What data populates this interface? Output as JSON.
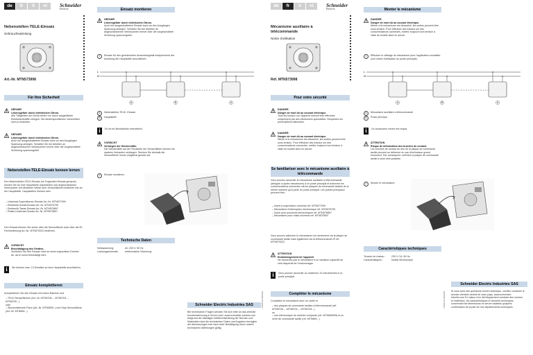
{
  "de": {
    "languages": [
      "de",
      "fr",
      "it",
      "nl"
    ],
    "active_lang": "de",
    "logo_name": "Schneider",
    "logo_sub": "Electric",
    "title": "Nebenstellen-TELE-Einsatz",
    "subtitle": "Gebrauchsanleitung",
    "ref": "Art.-Nr. MTN573998",
    "safety_title": "Für Ihre Sicherheit",
    "danger1_title": "GEFAHR",
    "danger1_head": "Lebensgefahr durch elektrischen Strom.",
    "danger1_text": "Alle Tätigkeiten am Gerät dürfen nur durch ausgebildete Elektrofachkräfte erfolgen. Die länderspezifischen Vorschriften sind zu beachten.",
    "danger2_title": "GEFAHR",
    "danger2_head": "Lebensgefahr durch elektrischen Strom.",
    "danger2_text": "Auch bei ausgeschaltetem Einsatz kann an den Ausgängen Spannung anliegen. Schalten Sie bei Arbeiten an angeschlossenen Verbrauchern immer über die vorgeschaltete Sicherung spannungsfrei.",
    "know_title": "Nebenstellen-TELE-Einsatz kennen lernen",
    "know_text": "Den Nebenstellen-TELE-Einsatz (im Folgenden Einsatz genannt) können Sie an eine Hauptstelle anschließen und angeschlossene Verbraucher auf derselben Weise über Sensorflächen bedienen wie an der Hauptstelle. Hauptstellen können sein:",
    "know_items": [
      "– Universal-Superdimmer-Einsatz Art.-Nr. MTN577099",
      "– Elektronik-Schalt-Einsatz Art.-Nr. MTN575799",
      "– Elektronik-Taster-Einsatz Art.-Nr. MTN576897",
      "– Relais-Universal-Einsatz Art.-Nr. MTN575897"
    ],
    "know_text2": "Den Einsatz können Sie außer über die Sensorfläche auch über die IR-Fernbedienung Art.-Nr. MTN570222 bedienen.",
    "caution_title": "VORSICHT",
    "caution_head": "Beschädigung des Gerätes.",
    "caution_text": "Schließen Sie den Einsatz nicht an einen kapazitiven Dimmer an, da er sonst beschädigt wird.",
    "info_max": "Sie können max. 10 Einsätze an eine Hauptstelle anschließen.",
    "complete_title": "Einsatz komplettieren",
    "complete_text": "Komplettieren Sie den Einsatz mit einem Rahmen und",
    "complete_items": [
      "– TELE-Sensorflächen (Art.-Nr. MTN5708..., MTN5703..., MTN5709...)",
      "oder",
      "– Steuerelektronik Flach (Art.-Nr. MTN5690..) und Glas-Sensorfläche (Art.-Nr. MTN669...)"
    ],
    "mount_title": "Einsatz montieren",
    "mount_danger_title": "GEFAHR",
    "mount_danger_head": "Lebensgefahr durch elektrischen Strom.",
    "mount_danger_text": "Auch bei ausgeschaltetem Einsatz kann an den Ausgängen Spannung anliegen. Schalten Sie bei Arbeiten an angeschlossenen Verbrauchern immer über die vorgeschaltete Sicherung spannungsfrei.",
    "step1": "Einsatz für den gewünschten Anwendungsfall entsprechend der Anleitung der Hauptstelle anschließen.",
    "legend_a": "Nebenstellen-TELE- Einsatz",
    "legend_b": "Hauptstelle",
    "info_neutral": "Es ist ein Neutralleiter erforderlich.",
    "attention_title": "VORSICHT",
    "attention_head": "Verbiegen der Steckerstifte.",
    "attention_text": "Die Steckerstifte auf der Rückseite der Sensorfläche können bei starkem Verkanten verbiegen. Stecken Sie deshalb die Sensorfläche immer möglichst gerade auf.",
    "step2": "Einsatz montieren.",
    "tech_title": "Technische Daten",
    "tech_rows": [
      [
        "Netzspannung:",
        "AC 230 V, 50 Hz"
      ],
      [
        "Leistungsminimale:",
        "elektronische Sicherung"
      ]
    ],
    "company": "Schneider Electric Industries SAS",
    "company_text": "Bei technischen Fragen wenden Sie sich bitte an das zentrale Kundenbetreuung in Ihrem Land. www.schneider-electric.com Aufgrund der ständigen Weiterentwicklung der Normen und Materialien sind die technischen Daten und Angaben bezüglich der Abmessungen erst nach einer Bestätigung durch unsere technischen Abteilungen gültig.",
    "doc_code": "V3539-01-05/2010"
  },
  "fr": {
    "languages": [
      "de",
      "fr",
      "it",
      "nl"
    ],
    "active_lang": "fr",
    "logo_name": "Schneider",
    "logo_sub": "Electric",
    "title": "Mécanisme auxiliaire à télécommande",
    "subtitle": "Notice d'utilisation",
    "ref": "Réf. MTN573998",
    "safety_title": "Pour votre sécurité",
    "danger1_title": "DANGER",
    "danger1_head": "Danger de mort dû au courant électrique.",
    "danger1_text": "Tous les travaux sur l'appareil doivent être effectués uniquement par des électriciens spécialisés. Respectez les prescriptions nationales.",
    "danger2_title": "DANGER",
    "danger2_head": "Danger de mort dû au courant électrique.",
    "danger2_text": "Même si le mécanisme est désactivé, les sorties peuvent être sous tension. Pour effectuer des travaux sur des consommateurs connectés, mettez toujours hors tension à l'aide du fusible situé en amont.",
    "know_title": "Se familiariser avec le mécanisme auxiliaire à télécommande",
    "know_text": "Vous pouvez raccorder le mécanisme auxiliaire à télécommande (désigné ci-après mécanisme) à un poste principal et actionner les consommateurs connectés via les plaques de commande tactiles de la même manière qu'à partir du poste principal. Les postes principaux peuvent être :",
    "know_items": [
      "– Insert à superviseur universel réf. MTN577099",
      "– Mécanisme d'interrupteur électronique réf. MTN575799",
      "– Socle pour poussoirs électroniques réf. MTN576897",
      "– Mécanisme pour relais universel réf. MTN575897"
    ],
    "know_text2": "Vous pouvez actionner le mécanisme non seulement via la plaque de commande tactile mais également via la télécommande IR réf. MTN570222.",
    "caution_title": "ATTENTION",
    "caution_head": "Endommagement de l'appareil.",
    "caution_text": "Ne raccordez pas le mécanisme à un variateur capacitif car cela risquerait de l'endommager.",
    "info_max": "Vous pouvez raccorder au maximum 10 mécanismes à un poste principal.",
    "complete_title": "Compléter le mécanisme",
    "complete_text": "Complétez le mécanisme avec un cadre et",
    "complete_items": [
      "– des plaques de commande tactiles à télécommande (réf. MTN5708..., MTN5703..., MTN5709...)",
      "ou",
      "– une électronique de contrôle compacte (réf. MTN569999) et un verre de commande tactile (réf. MTN669...)"
    ],
    "mount_title": "Monter le mécanisme",
    "mount_danger_title": "DANGER",
    "mount_danger_head": "Danger de mort dû au courant électrique.",
    "mount_danger_text": "Même si le mécanisme est désactivé, les sorties peuvent être sous tension. Pour effectuer des travaux sur des consommateurs connectés, mettez toujours hors tension à l'aide du fusible situé en amont.",
    "step1": "Effectuer le câblage du mécanisme pour l'application souhaitée (voir notice d'utilisation du poste principal).",
    "legend_a": "Mécanisme auxiliaire à télécommande",
    "legend_b": "Poste principal",
    "info_neutral": "Un conducteur neutre est requis.",
    "attention_title": "ATTENTION",
    "attention_head": "Risque de déformation des broches de contact.",
    "attention_text": "Les broches de contact au dos de la plaque de commande tactile peuvent se déformer en cas d'inclinaison grand-bouement. Par conséquent, enfichez la plaque de commande tactile le plus droit possible.",
    "step2": "Monter le mécanisme :",
    "tech_title": "Caractéristiques techniques",
    "tech_rows": [
      [
        "Tension du réseau :",
        "230 V CA, 50 Hz"
      ],
      [
        "Caractéristiques :",
        "fusible électronique"
      ]
    ],
    "company": "Schneider Electric Industries SAS",
    "company_text": "Si vous avez des questions d'ordre technique, veuillez contacter le service clientèle central de votre pays. www.schneider-electric.com En raison d'un développement constant des normes et matériaux, les caractéristiques et données techniques concernant les dimensions ne seront valables qu'après confirmation de la part de nos départements techniques.",
    "doc_code": "V3539-01-05/2010"
  }
}
